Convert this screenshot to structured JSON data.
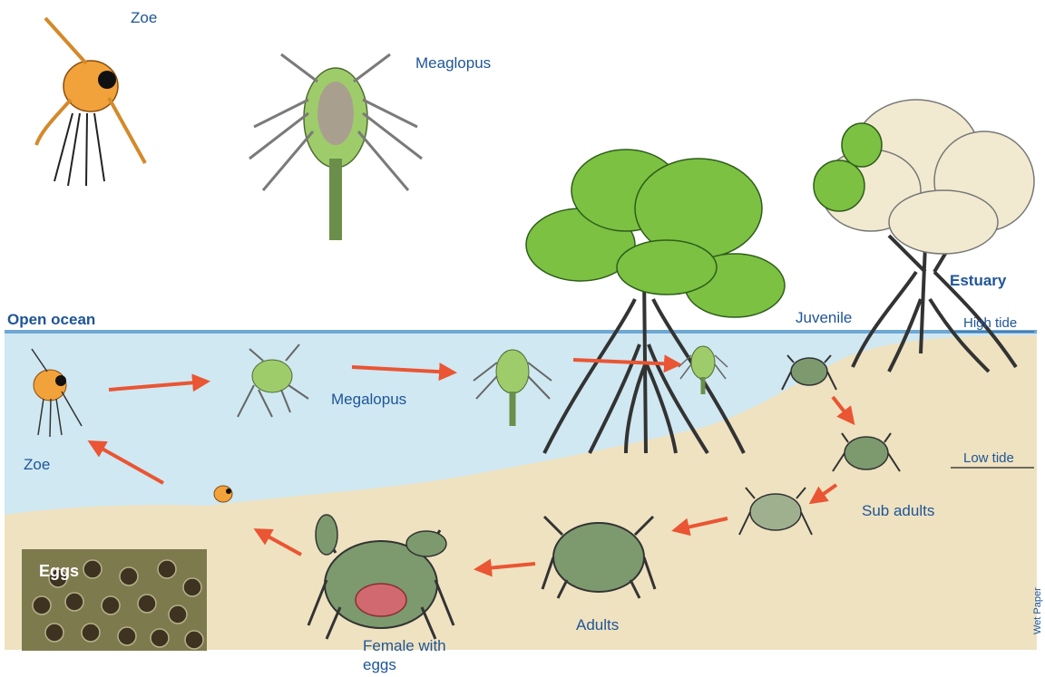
{
  "labels": {
    "zoe_top": "Zoe",
    "meaglopus": "Meaglopus",
    "open_ocean": "Open ocean",
    "estuary": "Estuary",
    "juvenile": "Juvenile",
    "high_tide": "High tide",
    "low_tide": "Low tide",
    "megalopus": "Megalopus",
    "zoe": "Zoe",
    "sub_adults": "Sub adults",
    "adults": "Adults",
    "female_line1": "Female with",
    "female_line2": "eggs",
    "eggs": "Eggs",
    "credit": "Wet Paper"
  },
  "colors": {
    "water": "#cfe8f2",
    "water_line": "#6fa7d3",
    "sand": "#efe2c1",
    "arrow": "#ea5533",
    "label": "#1f5597",
    "crab_body": "#7c9a6e",
    "foliage": "#7cc142",
    "pale_tree": "#f1ead0"
  }
}
